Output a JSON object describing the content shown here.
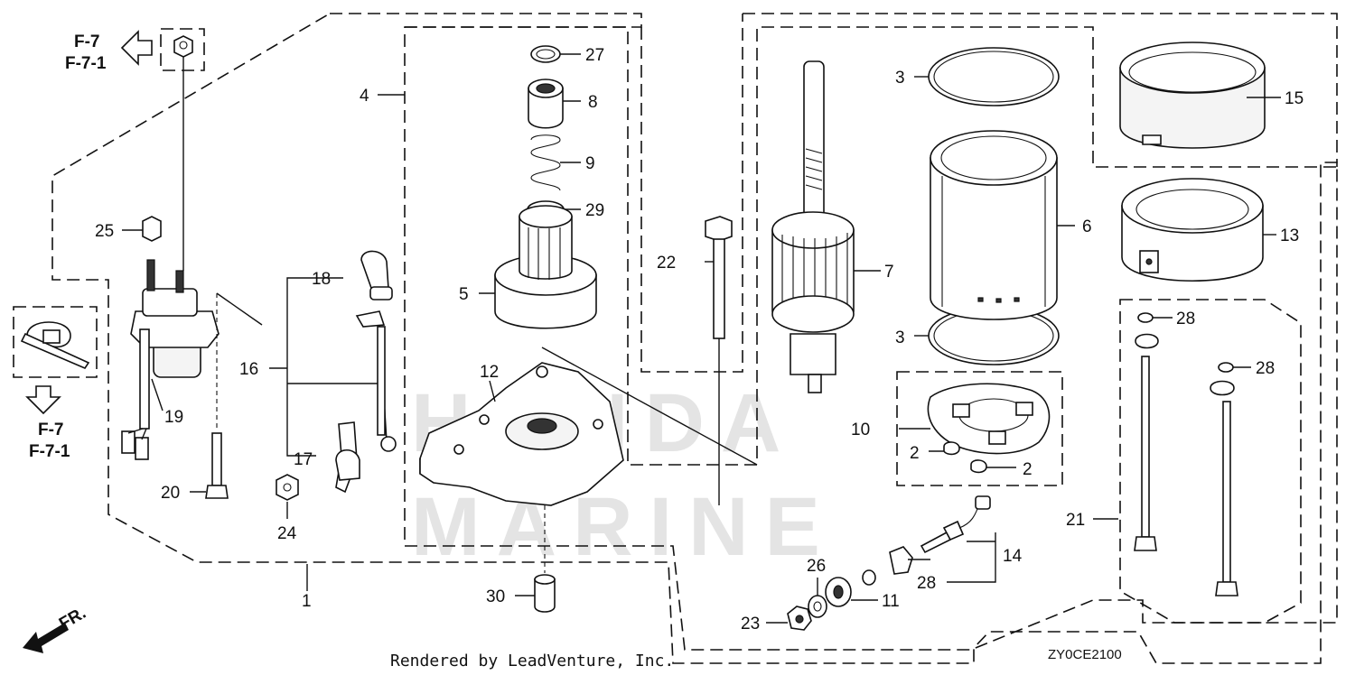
{
  "diagram": {
    "footer_left": "Rendered by LeadVenture, Inc.",
    "footer_right": "ZY0CE2100",
    "ref_top": [
      "F-7",
      "F-7-1"
    ],
    "ref_left": [
      "F-7",
      "F-7-1"
    ],
    "front_marker": "FR.",
    "watermark_lines": [
      "HONDA",
      "MARINE"
    ]
  },
  "callouts": {
    "c1": "1",
    "c2a": "2",
    "c2b": "2",
    "c3a": "3",
    "c3b": "3",
    "c4": "4",
    "c5": "5",
    "c6": "6",
    "c7": "7",
    "c8": "8",
    "c9": "9",
    "c10": "10",
    "c11": "11",
    "c12": "12",
    "c13": "13",
    "c14": "14",
    "c15": "15",
    "c16": "16",
    "c17": "17",
    "c18": "18",
    "c19": "19",
    "c20": "20",
    "c21": "21",
    "c22": "22",
    "c23": "23",
    "c24": "24",
    "c25": "25",
    "c26": "26",
    "c27": "27",
    "c28a": "28",
    "c28b": "28",
    "c28c": "28",
    "c29": "29",
    "c30": "30"
  },
  "icons": [
    "reference-arrow-icon",
    "front-arrow-icon"
  ]
}
